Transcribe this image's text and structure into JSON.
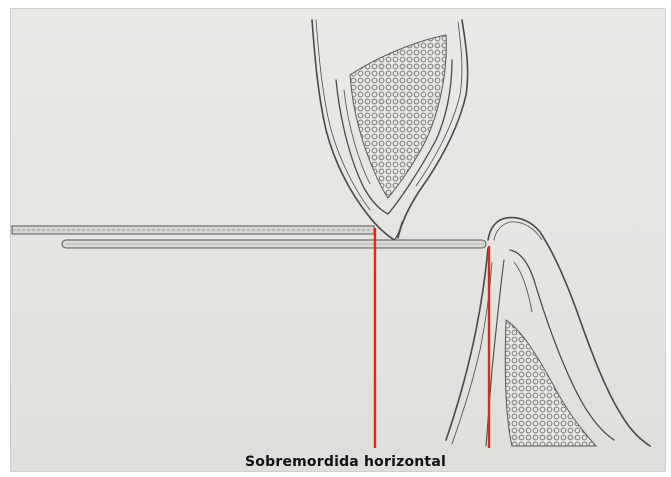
{
  "caption": "Sobremordida horizontal",
  "colors": {
    "measure_line": "#e0261e",
    "pencil": "#4a4a4a",
    "paper": "#e6e6e3",
    "bone_pattern": "#7a7a7a"
  },
  "elements": {
    "upper_incisor": "upper-incisor-drawing",
    "lower_incisor": "lower-incisor-drawing",
    "upper_reference_line": "upper-horizontal-reference",
    "lower_reference_line": "lower-horizontal-reference"
  }
}
